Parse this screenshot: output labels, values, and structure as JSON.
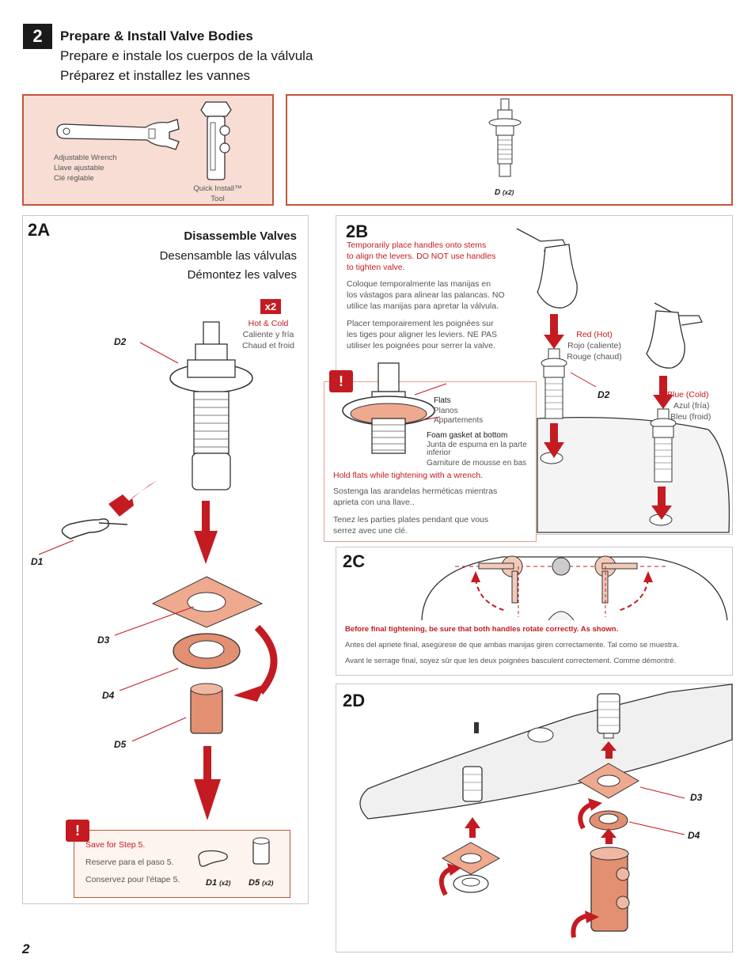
{
  "header": {
    "step": "2",
    "title_en": "Prepare & Install Valve Bodies",
    "title_es": "Prepare e instale los cuerpos de la válvula",
    "title_fr": "Préparez et installez les vannes"
  },
  "tools": {
    "wrench_en": "Adjustable Wrench",
    "wrench_es": "Llave ajustable",
    "wrench_fr": "Clé réglable",
    "quick_install_1": "Quick Install™",
    "quick_install_2": "Tool"
  },
  "parts": {
    "d_label": "D",
    "d_qty": "(x2)"
  },
  "section_2a": {
    "label": "2A",
    "title_en": "Disassemble Valves",
    "title_es": "Desensamble las válvulas",
    "title_fr": "Démontez les valves",
    "qty_badge": "x2",
    "hot_cold_en": "Hot & Cold",
    "hot_cold_es": "Caliente y fría",
    "hot_cold_fr": "Chaud et froid",
    "d2": "D2",
    "d1": "D1",
    "d3": "D3",
    "d4": "D4",
    "d5": "D5",
    "save_en": "Save for Step 5.",
    "save_es": "Reserve para el paso 5.",
    "save_fr": "Conservez pour l'étape 5.",
    "save_d1": "D1",
    "save_d1_qty": "(x2)",
    "save_d5": "D5",
    "save_d5_qty": "(x2)",
    "warn": "!"
  },
  "section_2b": {
    "label": "2B",
    "note_red_1": "Temporarily place handles onto stems",
    "note_red_2": "to align the levers. DO NOT use handles",
    "note_red_3": "to tighten valve.",
    "note_es_1": "Coloque temporalmente las manijas en",
    "note_es_2": "los vástagos para alinear las palancas. NO",
    "note_es_3": "utilice las manijas para apretar la válvula.",
    "note_fr_1": "Placer temporairement les poignées sur",
    "note_fr_2": "les tiges pour aligner les leviers. NE PAS",
    "note_fr_3": "utiliser les poignées pour serrer la valve.",
    "red_hot_en": "Red (Hot)",
    "red_hot_es": "Rojo (caliente)",
    "red_hot_fr": "Rouge (chaud)",
    "blue_cold_en": "Blue (Cold)",
    "blue_cold_es": "Azul (fría)",
    "blue_cold_fr": "Bleu (froid)",
    "d2": "D2",
    "warn": "!",
    "flats_en": "Flats",
    "flats_es": "Planos",
    "flats_fr": "Appartements",
    "foam_en": "Foam gasket at bottom",
    "foam_es_1": "Junta de espuma en la parte",
    "foam_es_2": "inferior",
    "foam_fr": "Garniture de mousse en bas",
    "hold_en": "Hold flats while tightening with a wrench.",
    "hold_es_1": "Sostenga las arandelas herméticas mientras",
    "hold_es_2": "aprieta con una llave..",
    "hold_fr_1": "Tenez les parties plates pendant que vous",
    "hold_fr_2": "serrez avec une clé."
  },
  "section_2c": {
    "label": "2C",
    "note_en": "Before final tightening, be sure that both handles rotate correctly.  As shown.",
    "note_es": "Antes del apriete final, asegúrese de que ambas manijas giren correctamente.  Tal como se muestra.",
    "note_fr": "Avant le serrage final, soyez sûr que les deux poignées basculent correctement. Comme démontré."
  },
  "section_2d": {
    "label": "2D",
    "d3": "D3",
    "d4": "D4"
  },
  "page_number": "2",
  "colors": {
    "accent_red": "#c41b22",
    "panel_border": "#c2553a",
    "salmon": "#e9a08a",
    "tool_bg": "#f7ddd4"
  }
}
